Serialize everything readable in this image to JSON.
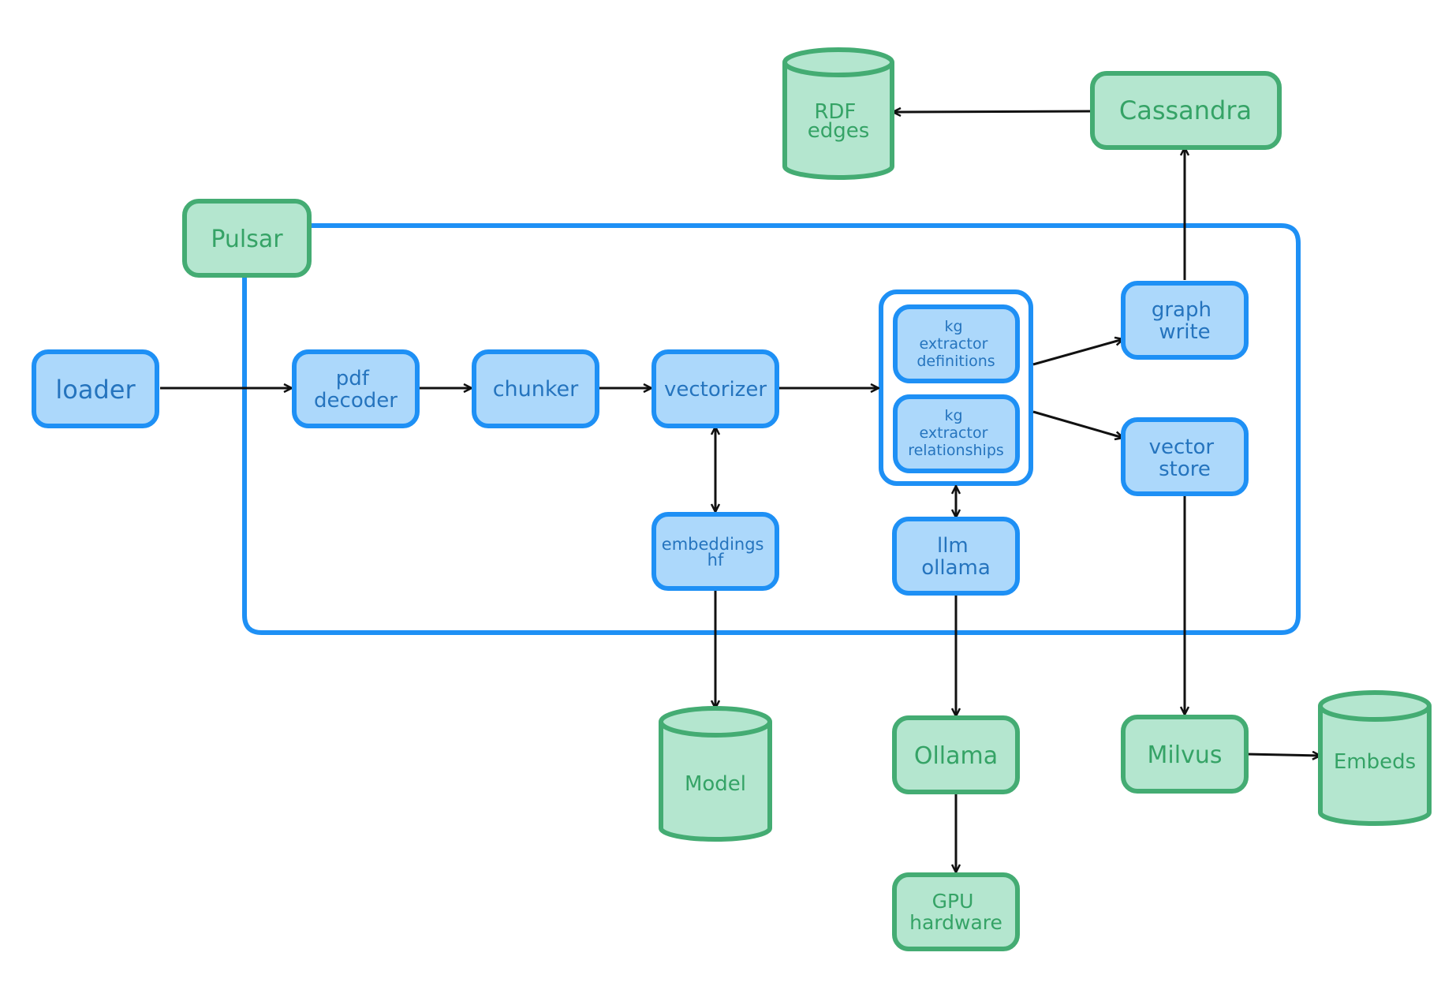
{
  "nodes": {
    "loader": {
      "label": [
        "loader"
      ]
    },
    "pdf_decoder": {
      "label": [
        "pdf",
        "decoder"
      ]
    },
    "chunker": {
      "label": [
        "chunker"
      ]
    },
    "vectorizer": {
      "label": [
        "vectorizer"
      ]
    },
    "kg_definitions": {
      "label": [
        "kg",
        "extractor",
        "definitions"
      ]
    },
    "kg_relationships": {
      "label": [
        "kg",
        "extractor",
        "relationships"
      ]
    },
    "graph_write": {
      "label": [
        "graph",
        "write"
      ]
    },
    "vector_store": {
      "label": [
        "vector",
        "store"
      ]
    },
    "embeddings_hf": {
      "label": [
        "embeddings",
        "hf"
      ]
    },
    "llm_ollama": {
      "label": [
        "llm",
        "ollama"
      ]
    },
    "pulsar": {
      "label": [
        "Pulsar"
      ]
    },
    "cassandra": {
      "label": [
        "Cassandra"
      ]
    },
    "ollama": {
      "label": [
        "Ollama"
      ]
    },
    "gpu_hardware": {
      "label": [
        "GPU",
        "hardware"
      ]
    },
    "milvus": {
      "label": [
        "Milvus"
      ]
    }
  },
  "stores": {
    "rdf_edges": {
      "label": [
        "RDF",
        "edges"
      ]
    },
    "model": {
      "label": [
        "Model"
      ]
    },
    "embeds": {
      "label": [
        "Embeds"
      ]
    }
  },
  "colors": {
    "blue_fill": "#acd8fb",
    "blue_stroke": "#1e90f5",
    "blue_text": "#2574be",
    "green_fill": "#b4e6cf",
    "green_stroke": "#44ac73",
    "green_text": "#35a366",
    "arrow": "#111111"
  }
}
